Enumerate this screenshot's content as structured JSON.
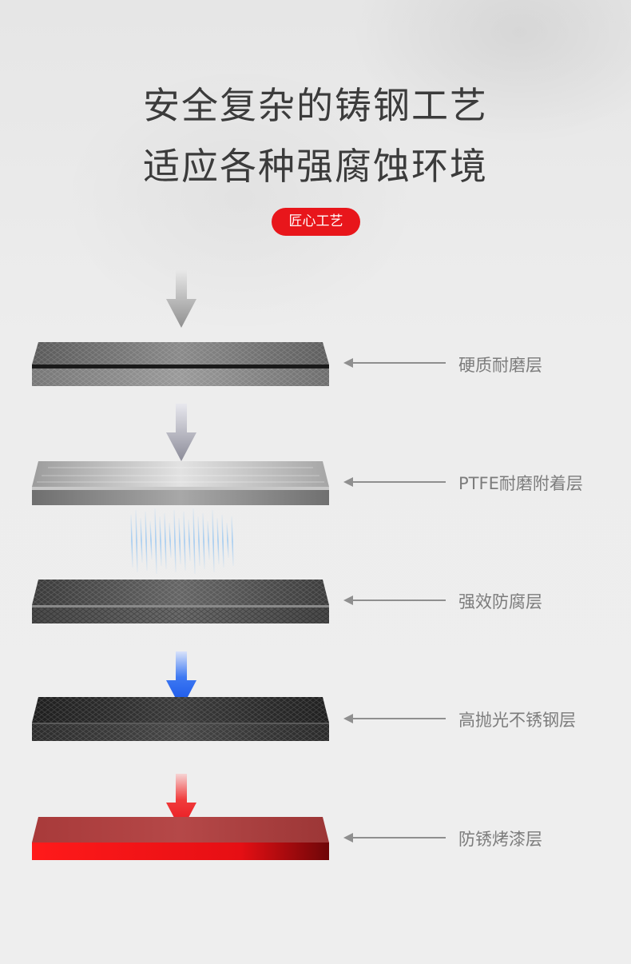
{
  "headline": {
    "line1": "安全复杂的铸钢工艺",
    "line2": "适应各种强腐蚀环境"
  },
  "badge": "匠心工艺",
  "layers": [
    {
      "label": "硬质耐磨层",
      "color": "#6b6b6b"
    },
    {
      "label": "PTFE耐磨附着层",
      "color": "#b5b5b5"
    },
    {
      "label": "强效防腐层",
      "color": "#4d4d4d"
    },
    {
      "label": "高抛光不锈钢层",
      "color": "#2a2a2a"
    },
    {
      "label": "防锈烤漆层",
      "color": "#e0161a"
    }
  ],
  "colors": {
    "accent_red": "#e8161b",
    "arrow_gray": "#9a9a9a",
    "arrow_blue": "#1b5ff5",
    "arrow_red": "#f0161b",
    "label_gray": "#7c7c7c",
    "headline": "#3b3b3b"
  },
  "icons": [
    "down-arrow-icon",
    "left-arrow-icon",
    "wave-icon"
  ]
}
